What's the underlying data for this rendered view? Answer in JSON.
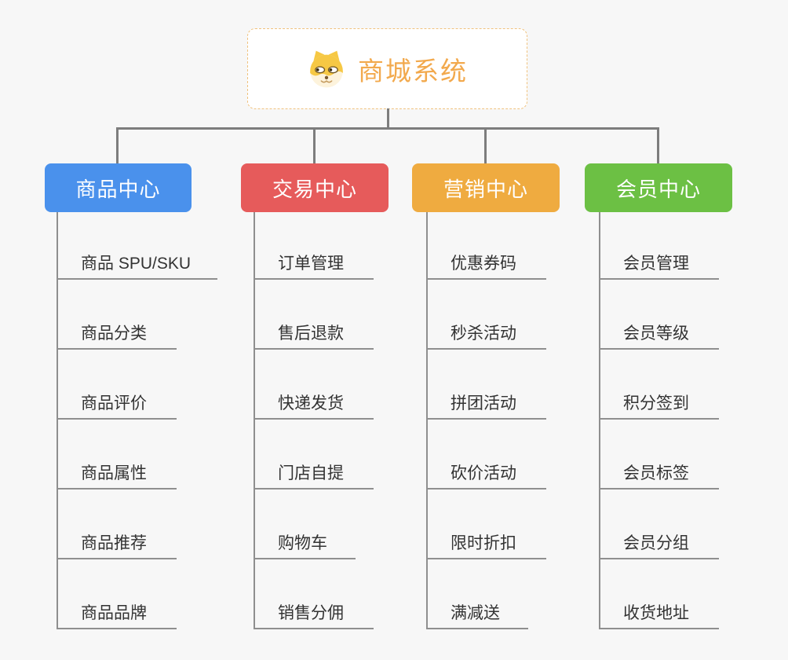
{
  "root": {
    "title": "商城系统",
    "icon": "dog-face-icon",
    "title_color": "#f2a94d",
    "border_color": "#f0c27e"
  },
  "columns": [
    {
      "title": "商品中心",
      "color": "#4a91ec",
      "items": [
        "商品 SPU/SKU",
        "商品分类",
        "商品评价",
        "商品属性",
        "商品推荐",
        "商品品牌"
      ]
    },
    {
      "title": "交易中心",
      "color": "#e65b5b",
      "items": [
        "订单管理",
        "售后退款",
        "快递发货",
        "门店自提",
        "购物车",
        "销售分佣"
      ]
    },
    {
      "title": "营销中心",
      "color": "#efab40",
      "items": [
        "优惠券码",
        "秒杀活动",
        "拼团活动",
        "砍价活动",
        "限时折扣",
        "满减送"
      ]
    },
    {
      "title": "会员中心",
      "color": "#6cc044",
      "items": [
        "会员管理",
        "会员等级",
        "积分签到",
        "会员标签",
        "会员分组",
        "收货地址"
      ]
    }
  ]
}
